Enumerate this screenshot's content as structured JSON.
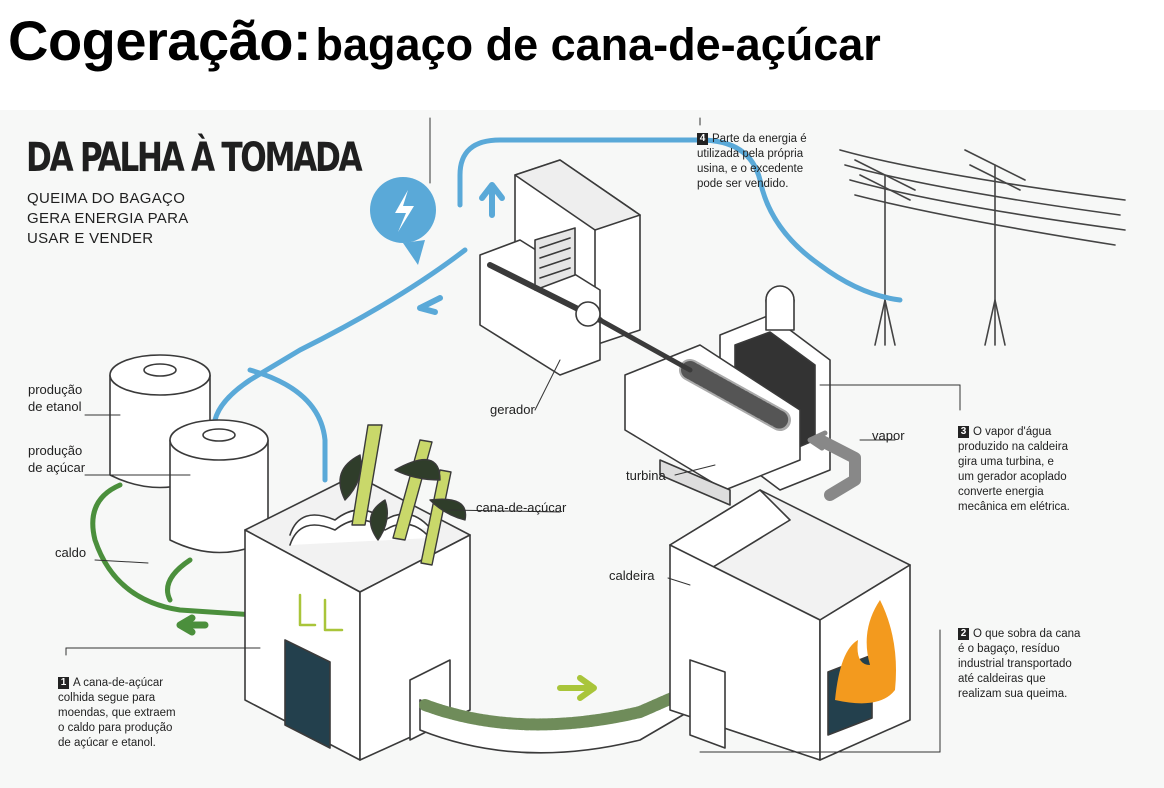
{
  "title": {
    "main": "Cogeração:",
    "sub": "bagaço de cana-de-açúcar"
  },
  "infographic": {
    "heading": "DA PALHA À TOMADA",
    "subheading": [
      "QUEIMA DO BAGAÇO",
      "GERA ENERGIA PARA",
      "USAR E VENDER"
    ],
    "labels": {
      "ethanol": [
        "produção",
        "de etanol"
      ],
      "sugar": [
        "produção",
        "de açúcar"
      ],
      "juice": "caldo",
      "cane": "cana-de-açúcar",
      "generator": "gerador",
      "turbine": "turbina",
      "steam": "vapor",
      "boiler": "caldeira"
    },
    "steps": [
      {
        "number": "1",
        "lines": [
          "A cana-de-açúcar",
          "colhida segue para",
          "moendas, que extraem",
          "o caldo para produção",
          "de açúcar e etanol."
        ]
      },
      {
        "number": "2",
        "lines": [
          "O que sobra da cana",
          "é o bagaço, resíduo",
          "industrial transportado",
          "até caldeiras que",
          "realizam sua queima."
        ]
      },
      {
        "number": "3",
        "lines": [
          "O vapor d'água",
          "produzido na caldeira",
          "gira uma turbina, e",
          "um gerador acoplado",
          "converte energia",
          "mecânica em elétrica."
        ]
      },
      {
        "number": "4",
        "lines": [
          "Parte da energia é",
          "utilizada pela própria",
          "usina, e o excedente",
          "pode ser vendido."
        ]
      }
    ],
    "colors": {
      "energy_line": "#5aa9d8",
      "juice_pipe": "#4b8f3c",
      "flame": "#f39a1e",
      "arrow_green": "#a9c53a",
      "outline": "#3a3a3a"
    },
    "icons": [
      "lightning-bolt-icon",
      "power-line-tower-icon",
      "flame-icon",
      "arrow-up-icon",
      "arrow-left-icon",
      "arrow-right-icon"
    ]
  }
}
